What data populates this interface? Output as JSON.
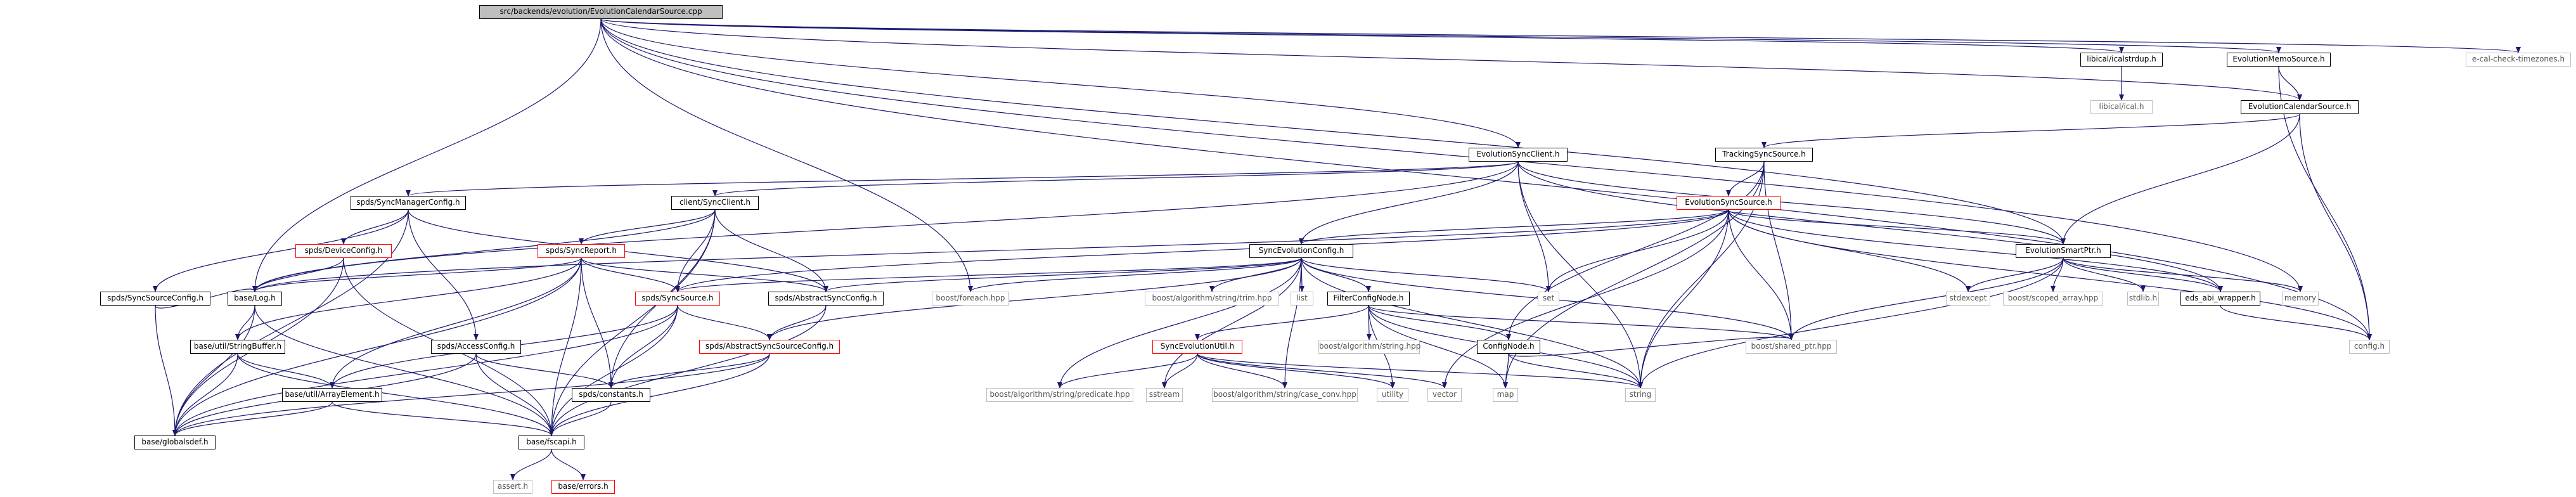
{
  "graph": {
    "edge_color": "#191970",
    "root_fill": "#bfbfbf",
    "linked_border": "#000000",
    "undocumented_border": "#ff0000",
    "external_border": "#bfbfbf"
  },
  "nodes": {
    "root": "src/backends/evolution/EvolutionCalendarSource.cpp",
    "libical_icalstrdup": "libical/icalstrdup.h",
    "libical_ical": "libical/ical.h",
    "evolution_memo_source": "EvolutionMemoSource.h",
    "evolution_calendar_source": "EvolutionCalendarSource.h",
    "ecal_check_timezones": "e-cal-check-timezones.h",
    "evolution_sync_client": "EvolutionSyncClient.h",
    "tracking_sync_source": "TrackingSyncSource.h",
    "sync_manager_config": "spds/SyncManagerConfig.h",
    "client_sync_client": "client/SyncClient.h",
    "evolution_sync_source": "EvolutionSyncSource.h",
    "device_config": "spds/DeviceConfig.h",
    "sync_report": "spds/SyncReport.h",
    "sync_evolution_config": "SyncEvolutionConfig.h",
    "evolution_smart_ptr": "EvolutionSmartPtr.h",
    "sync_source_config": "spds/SyncSourceConfig.h",
    "base_log": "base/Log.h",
    "spds_sync_source": "spds/SyncSource.h",
    "abstract_sync_config": "spds/AbstractSyncConfig.h",
    "boost_foreach": "boost/foreach.hpp",
    "boost_trim": "boost/algorithm/string/trim.hpp",
    "list": "list",
    "filter_config_node": "FilterConfigNode.h",
    "set": "set",
    "stdexcept": "stdexcept",
    "boost_scoped_array": "boost/scoped_array.hpp",
    "stdlib": "stdlib.h",
    "eds_abi_wrapper": "eds_abi_wrapper.h",
    "memory": "memory",
    "string_buffer": "base/util/StringBuffer.h",
    "access_config": "spds/AccessConfig.h",
    "abstract_sync_source_config": "spds/AbstractSyncSourceConfig.h",
    "sync_evolution_util": "SyncEvolutionUtil.h",
    "boost_string": "boost/algorithm/string.hpp",
    "config_node": "ConfigNode.h",
    "boost_shared_ptr": "boost/shared_ptr.hpp",
    "config_h": "config.h",
    "array_element": "base/util/ArrayElement.h",
    "spds_constants": "spds/constants.h",
    "boost_predicate": "boost/algorithm/string/predicate.hpp",
    "sstream": "sstream",
    "boost_case_conv": "boost/algorithm/string/case_conv.hpp",
    "utility": "utility",
    "vector": "vector",
    "map": "map",
    "string": "string",
    "base_globalsdef": "base/globalsdef.h",
    "base_fscapi": "base/fscapi.h",
    "assert": "assert.h",
    "base_errors": "base/errors.h"
  },
  "edges": [
    [
      "root",
      "libical_icalstrdup"
    ],
    [
      "root",
      "evolution_memo_source"
    ],
    [
      "root",
      "evolution_calendar_source"
    ],
    [
      "root",
      "ecal_check_timezones"
    ],
    [
      "root",
      "evolution_sync_client"
    ],
    [
      "root",
      "evolution_smart_ptr"
    ],
    [
      "root",
      "memory"
    ],
    [
      "root",
      "config_h"
    ],
    [
      "root",
      "base_log"
    ],
    [
      "root",
      "boost_foreach"
    ],
    [
      "libical_icalstrdup",
      "libical_ical"
    ],
    [
      "evolution_memo_source",
      "evolution_calendar_source"
    ],
    [
      "evolution_memo_source",
      "config_h"
    ],
    [
      "evolution_calendar_source",
      "tracking_sync_source"
    ],
    [
      "evolution_calendar_source",
      "evolution_smart_ptr"
    ],
    [
      "evolution_calendar_source",
      "config_h"
    ],
    [
      "evolution_sync_client",
      "sync_manager_config"
    ],
    [
      "evolution_sync_client",
      "client_sync_client"
    ],
    [
      "evolution_sync_client",
      "sync_evolution_config"
    ],
    [
      "evolution_sync_client",
      "evolution_smart_ptr"
    ],
    [
      "evolution_sync_client",
      "set"
    ],
    [
      "evolution_sync_client",
      "string"
    ],
    [
      "evolution_sync_client",
      "eds_abi_wrapper"
    ],
    [
      "evolution_sync_client",
      "base_log"
    ],
    [
      "tracking_sync_source",
      "evolution_sync_source"
    ],
    [
      "tracking_sync_source",
      "config_node"
    ],
    [
      "tracking_sync_source",
      "boost_shared_ptr"
    ],
    [
      "tracking_sync_source",
      "string"
    ],
    [
      "tracking_sync_source",
      "map"
    ],
    [
      "sync_manager_config",
      "device_config"
    ],
    [
      "sync_manager_config",
      "sync_source_config"
    ],
    [
      "sync_manager_config",
      "access_config"
    ],
    [
      "sync_manager_config",
      "abstract_sync_config"
    ],
    [
      "sync_manager_config",
      "base_globalsdef"
    ],
    [
      "client_sync_client",
      "sync_report"
    ],
    [
      "client_sync_client",
      "spds_sync_source"
    ],
    [
      "client_sync_client",
      "abstract_sync_config"
    ],
    [
      "client_sync_client",
      "base_log"
    ],
    [
      "client_sync_client",
      "spds_constants"
    ],
    [
      "client_sync_client",
      "base_fscapi"
    ],
    [
      "evolution_sync_source",
      "sync_evolution_config"
    ],
    [
      "evolution_sync_source",
      "evolution_smart_ptr"
    ],
    [
      "evolution_sync_source",
      "spds_sync_source"
    ],
    [
      "evolution_sync_source",
      "base_log"
    ],
    [
      "evolution_sync_source",
      "set"
    ],
    [
      "evolution_sync_source",
      "stdexcept"
    ],
    [
      "evolution_sync_source",
      "boost_shared_ptr"
    ],
    [
      "evolution_sync_source",
      "string"
    ],
    [
      "evolution_sync_source",
      "config_h"
    ],
    [
      "evolution_sync_source",
      "eds_abi_wrapper"
    ],
    [
      "evolution_sync_source",
      "vector"
    ],
    [
      "device_config",
      "base_log"
    ],
    [
      "device_config",
      "base_fscapi"
    ],
    [
      "device_config",
      "base_globalsdef"
    ],
    [
      "sync_report",
      "base_log"
    ],
    [
      "sync_report",
      "spds_sync_source"
    ],
    [
      "sync_report",
      "abstract_sync_config"
    ],
    [
      "sync_report",
      "string_buffer"
    ],
    [
      "sync_report",
      "spds_constants"
    ],
    [
      "sync_report",
      "base_fscapi"
    ],
    [
      "sync_report",
      "array_element"
    ],
    [
      "sync_report",
      "base_globalsdef"
    ],
    [
      "sync_evolution_config",
      "filter_config_node"
    ],
    [
      "sync_evolution_config",
      "boost_foreach"
    ],
    [
      "sync_evolution_config",
      "boost_trim"
    ],
    [
      "sync_evolution_config",
      "list"
    ],
    [
      "sync_evolution_config",
      "set"
    ],
    [
      "sync_evolution_config",
      "boost_shared_ptr"
    ],
    [
      "sync_evolution_config",
      "abstract_sync_config"
    ],
    [
      "sync_evolution_config",
      "abstract_sync_source_config"
    ],
    [
      "sync_evolution_config",
      "spds_sync_source"
    ],
    [
      "sync_evolution_config",
      "boost_predicate"
    ],
    [
      "sync_evolution_config",
      "sstream"
    ],
    [
      "sync_evolution_config",
      "boost_case_conv"
    ],
    [
      "sync_evolution_config",
      "string"
    ],
    [
      "evolution_smart_ptr",
      "eds_abi_wrapper"
    ],
    [
      "evolution_smart_ptr",
      "stdexcept"
    ],
    [
      "evolution_smart_ptr",
      "boost_scoped_array"
    ],
    [
      "evolution_smart_ptr",
      "stdlib"
    ],
    [
      "evolution_smart_ptr",
      "memory"
    ],
    [
      "evolution_smart_ptr",
      "boost_shared_ptr"
    ],
    [
      "evolution_smart_ptr",
      "string"
    ],
    [
      "sync_source_config",
      "base_log"
    ],
    [
      "sync_source_config",
      "base_globalsdef"
    ],
    [
      "base_log",
      "string_buffer"
    ],
    [
      "base_log",
      "base_fscapi"
    ],
    [
      "base_log",
      "base_globalsdef"
    ],
    [
      "spds_sync_source",
      "abstract_sync_source_config"
    ],
    [
      "spds_sync_source",
      "spds_constants"
    ],
    [
      "spds_sync_source",
      "base_fscapi"
    ],
    [
      "spds_sync_source",
      "array_element"
    ],
    [
      "spds_sync_source",
      "base_globalsdef"
    ],
    [
      "abstract_sync_config",
      "abstract_sync_source_config"
    ],
    [
      "abstract_sync_config",
      "base_fscapi"
    ],
    [
      "filter_config_node",
      "config_node"
    ],
    [
      "filter_config_node",
      "sync_evolution_util"
    ],
    [
      "filter_config_node",
      "boost_string"
    ],
    [
      "filter_config_node",
      "boost_shared_ptr"
    ],
    [
      "filter_config_node",
      "string"
    ],
    [
      "filter_config_node",
      "utility"
    ],
    [
      "filter_config_node",
      "map"
    ],
    [
      "eds_abi_wrapper",
      "config_h"
    ],
    [
      "string_buffer",
      "array_element"
    ],
    [
      "string_buffer",
      "base_fscapi"
    ],
    [
      "string_buffer",
      "base_globalsdef"
    ],
    [
      "access_config",
      "spds_constants"
    ],
    [
      "access_config",
      "base_fscapi"
    ],
    [
      "access_config",
      "base_globalsdef"
    ],
    [
      "abstract_sync_source_config",
      "spds_constants"
    ],
    [
      "abstract_sync_source_config",
      "base_fscapi"
    ],
    [
      "abstract_sync_source_config",
      "base_globalsdef"
    ],
    [
      "sync_evolution_util",
      "boost_predicate"
    ],
    [
      "sync_evolution_util",
      "sstream"
    ],
    [
      "sync_evolution_util",
      "boost_case_conv"
    ],
    [
      "sync_evolution_util",
      "utility"
    ],
    [
      "sync_evolution_util",
      "vector"
    ],
    [
      "sync_evolution_util",
      "string"
    ],
    [
      "config_node",
      "map"
    ],
    [
      "config_node",
      "string"
    ],
    [
      "config_node",
      "boost_shared_ptr"
    ],
    [
      "array_element",
      "base_fscapi"
    ],
    [
      "array_element",
      "base_globalsdef"
    ],
    [
      "spds_constants",
      "base_fscapi"
    ],
    [
      "base_fscapi",
      "assert"
    ],
    [
      "base_fscapi",
      "base_errors"
    ]
  ]
}
